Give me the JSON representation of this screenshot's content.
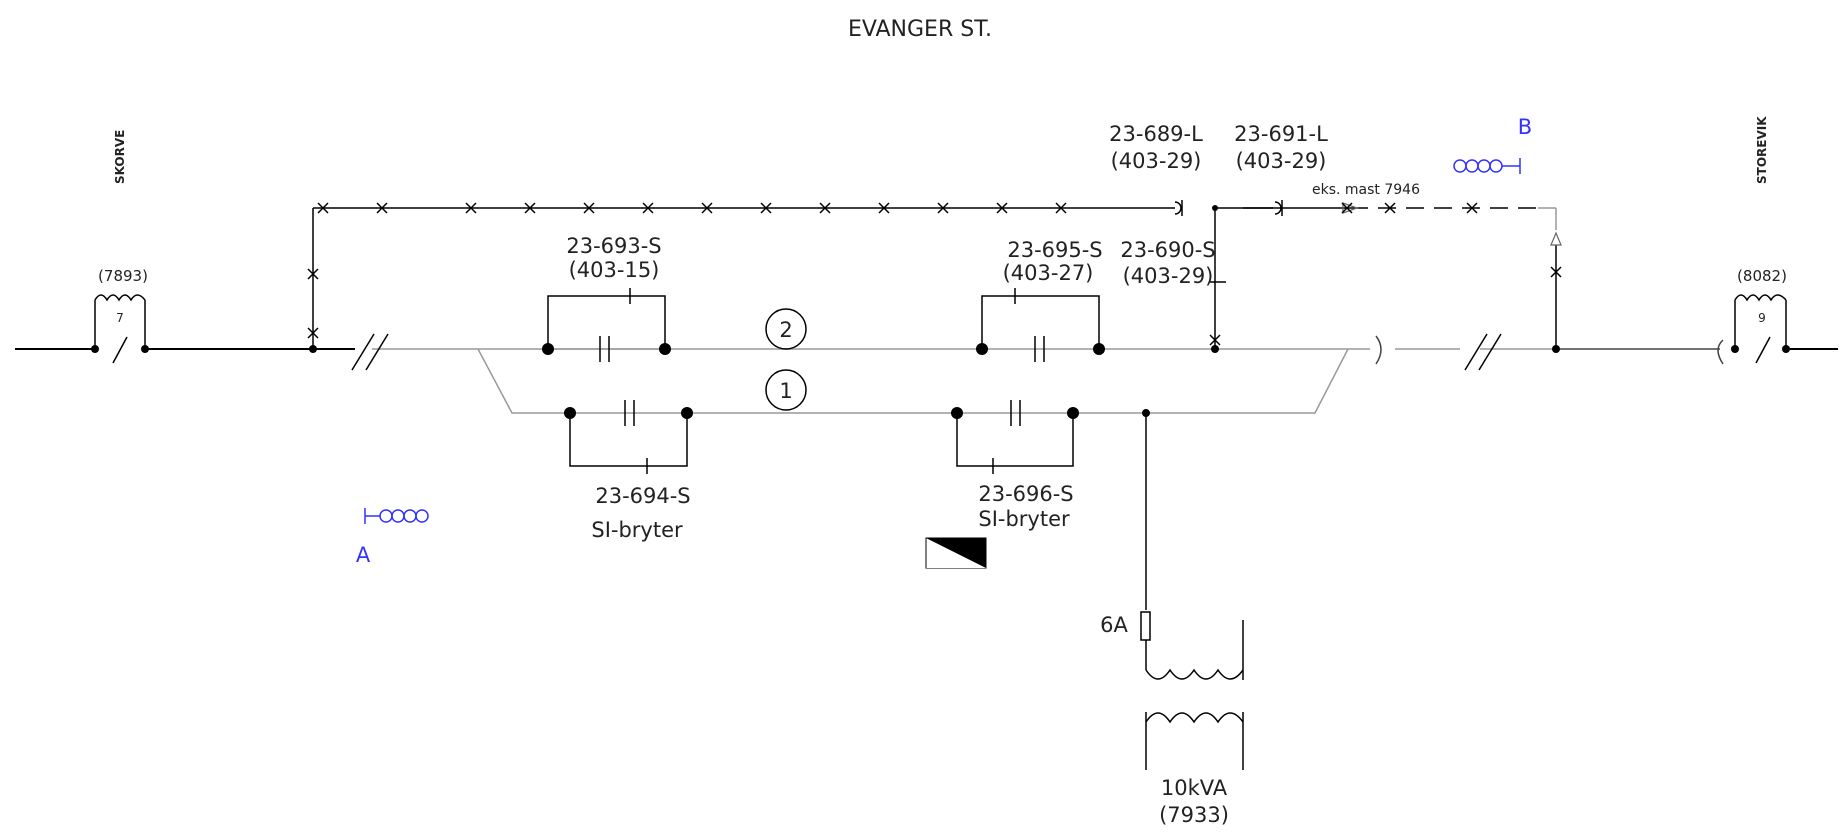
{
  "title": "EVANGER ST.",
  "stations": {
    "left": "SKORVE",
    "right": "STOREVIK"
  },
  "coils": {
    "left_id": "(7893)",
    "left_num": "7",
    "right_id": "(8082)",
    "right_num": "9"
  },
  "switches": {
    "s693": {
      "id": "23-693-S",
      "ref": "(403-15)"
    },
    "s694": {
      "id": "23-694-S",
      "note": "SI-bryter"
    },
    "s695": {
      "id": "23-695-S",
      "ref": "(403-27)"
    },
    "s696": {
      "id": "23-696-S",
      "note": "SI-bryter"
    },
    "s690": {
      "id": "23-690-S",
      "ref": "(403-29)"
    },
    "l689": {
      "id": "23-689-L",
      "ref": "(403-29)"
    },
    "l691": {
      "id": "23-691-L",
      "ref": "(403-29)"
    }
  },
  "tracks": {
    "upper": "2",
    "lower": "1"
  },
  "mast_note": "eks. mast 7946",
  "signals": {
    "a": "A",
    "b": "B"
  },
  "fuse": "6A",
  "transformer": {
    "rating": "10kVA",
    "id": "(7933)"
  },
  "colors": {
    "line": "#000000",
    "track": "#aaaaaa",
    "signal": "#3333ff"
  }
}
